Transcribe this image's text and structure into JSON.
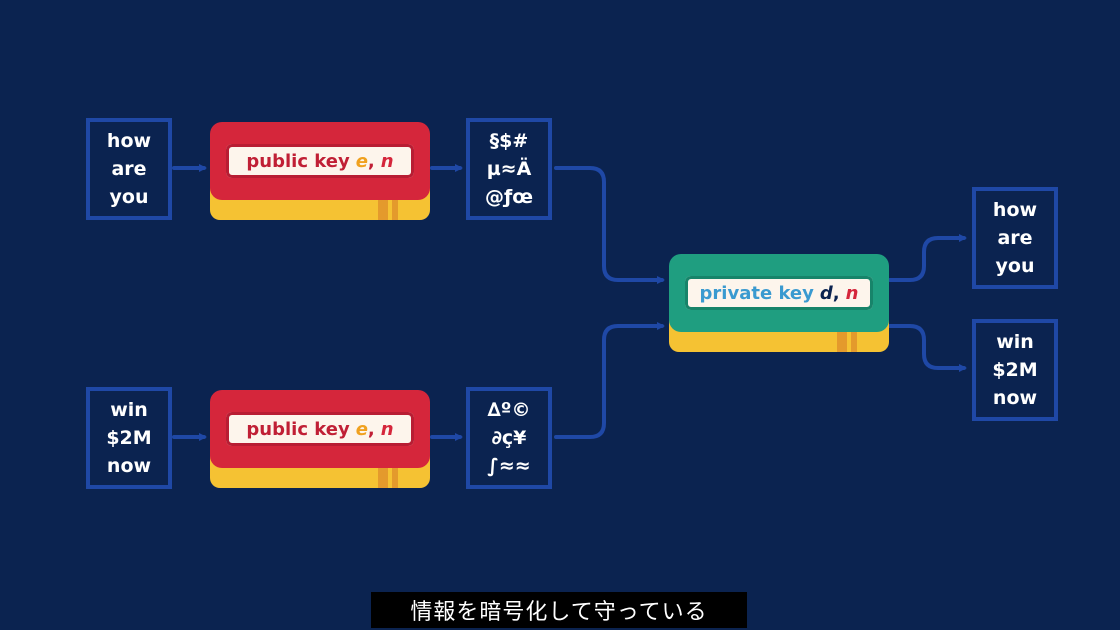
{
  "messages": {
    "plain_top": [
      "how",
      "are",
      "you"
    ],
    "plain_bottom": [
      "win",
      "$2M",
      "now"
    ],
    "cipher_top": [
      "§$#",
      "µ≈Ä",
      "@ƒœ"
    ],
    "cipher_bottom": [
      "∆º©",
      "∂ç¥",
      "∫≈≈"
    ],
    "out_top": [
      "how",
      "are",
      "you"
    ],
    "out_bottom": [
      "win",
      "$2M",
      "now"
    ]
  },
  "keys": {
    "public_top": {
      "text": "public key",
      "var1": "e",
      "var2": "n"
    },
    "public_bottom": {
      "text": "public key",
      "var1": "e",
      "var2": "n"
    },
    "private": {
      "text": "private key",
      "var1": "d",
      "var2": "n"
    }
  },
  "subtitle": "情報を暗号化して守っている",
  "colors": {
    "background": "#0b2350",
    "box_border": "#1f48a6",
    "arrow": "#1f48a6",
    "public_key": "#d5263b",
    "private_key": "#1f9e80",
    "key_base": "#f5c233"
  }
}
